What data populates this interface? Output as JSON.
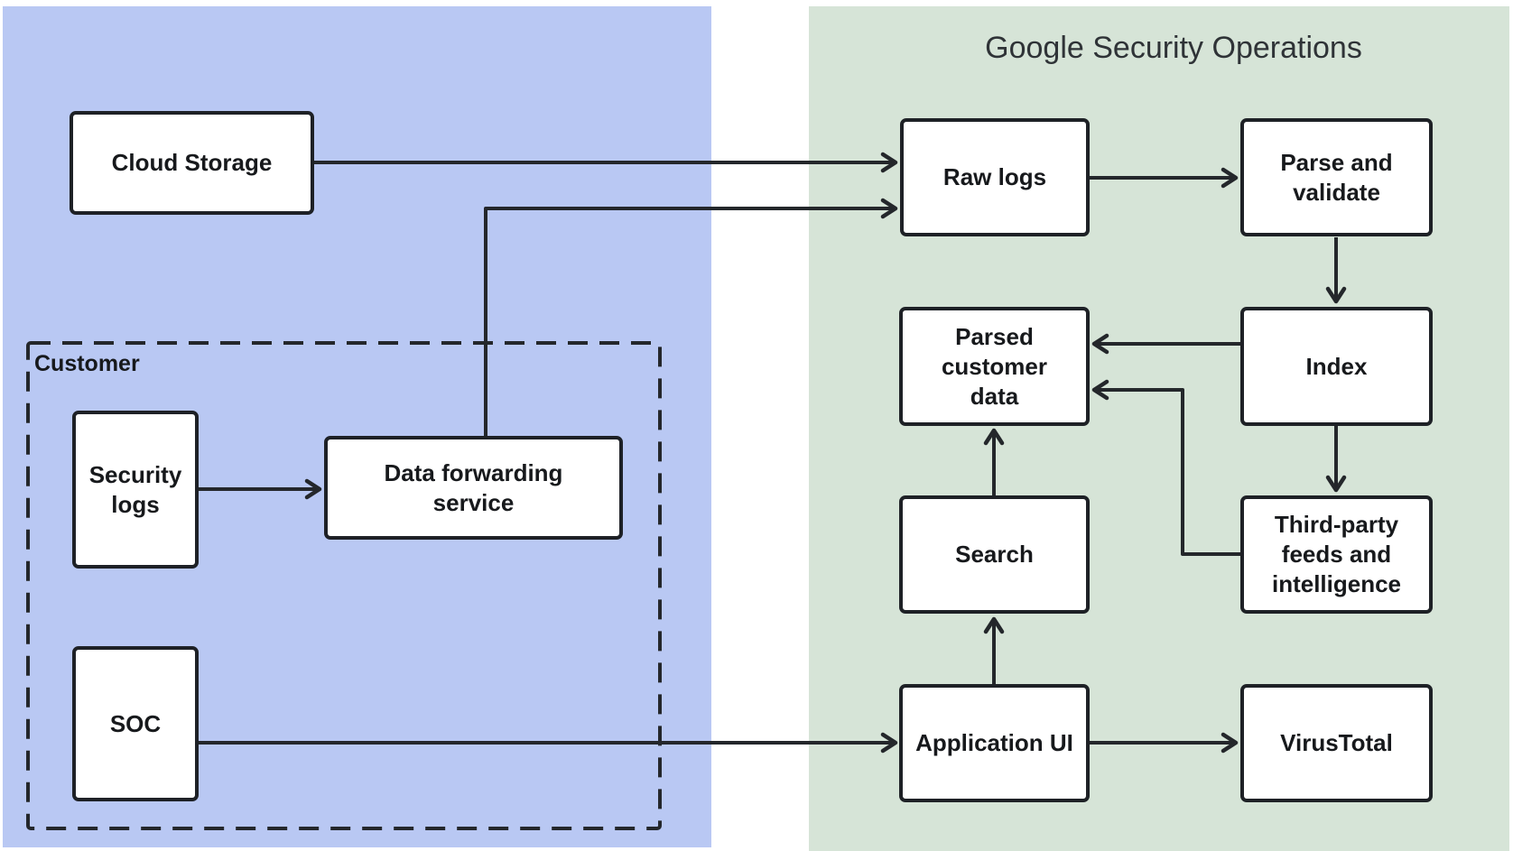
{
  "diagram": {
    "title": "Google Security Operations",
    "customer_group_label": "Customer",
    "nodes": {
      "cloud_storage": {
        "label": "Cloud Storage",
        "zone": "customer-side"
      },
      "security_logs": {
        "label": "Security\nlogs",
        "zone": "customer-group"
      },
      "data_forwarding": {
        "label": "Data forwarding\nservice",
        "zone": "customer-group"
      },
      "soc": {
        "label": "SOC",
        "zone": "customer-group"
      },
      "raw_logs": {
        "label": "Raw logs",
        "zone": "google-security-operations"
      },
      "parse_validate": {
        "label": "Parse and\nvalidate",
        "zone": "google-security-operations"
      },
      "parsed_customer_data": {
        "label": "Parsed\ncustomer\ndata",
        "zone": "google-security-operations"
      },
      "index": {
        "label": "Index",
        "zone": "google-security-operations"
      },
      "search": {
        "label": "Search",
        "zone": "google-security-operations"
      },
      "third_party": {
        "label": "Third-party\nfeeds and\nintelligence",
        "zone": "google-security-operations"
      },
      "application_ui": {
        "label": "Application UI",
        "zone": "google-security-operations"
      },
      "virustotal": {
        "label": "VirusTotal",
        "zone": "google-security-operations"
      }
    },
    "edges": [
      {
        "from": "Cloud Storage",
        "to": "Raw logs"
      },
      {
        "from": "Data forwarding service",
        "to": "Raw logs"
      },
      {
        "from": "Security logs",
        "to": "Data forwarding service"
      },
      {
        "from": "SOC",
        "to": "Application UI"
      },
      {
        "from": "Raw logs",
        "to": "Parse and validate"
      },
      {
        "from": "Parse and validate",
        "to": "Index"
      },
      {
        "from": "Index",
        "to": "Parsed customer data"
      },
      {
        "from": "Index",
        "to": "Third-party feeds and intelligence"
      },
      {
        "from": "Third-party feeds and intelligence",
        "to": "Parsed customer data"
      },
      {
        "from": "Search",
        "to": "Parsed customer data"
      },
      {
        "from": "Application UI",
        "to": "Search"
      },
      {
        "from": "Application UI",
        "to": "VirusTotal"
      }
    ]
  },
  "colors": {
    "panel-blue": "#b9c8f3",
    "panel-green": "#d6e4d7",
    "line": "#24272b",
    "box-border": "#1e2126",
    "box-fill": "#ffffff",
    "label": "#17191c",
    "title": "#2f3337"
  }
}
